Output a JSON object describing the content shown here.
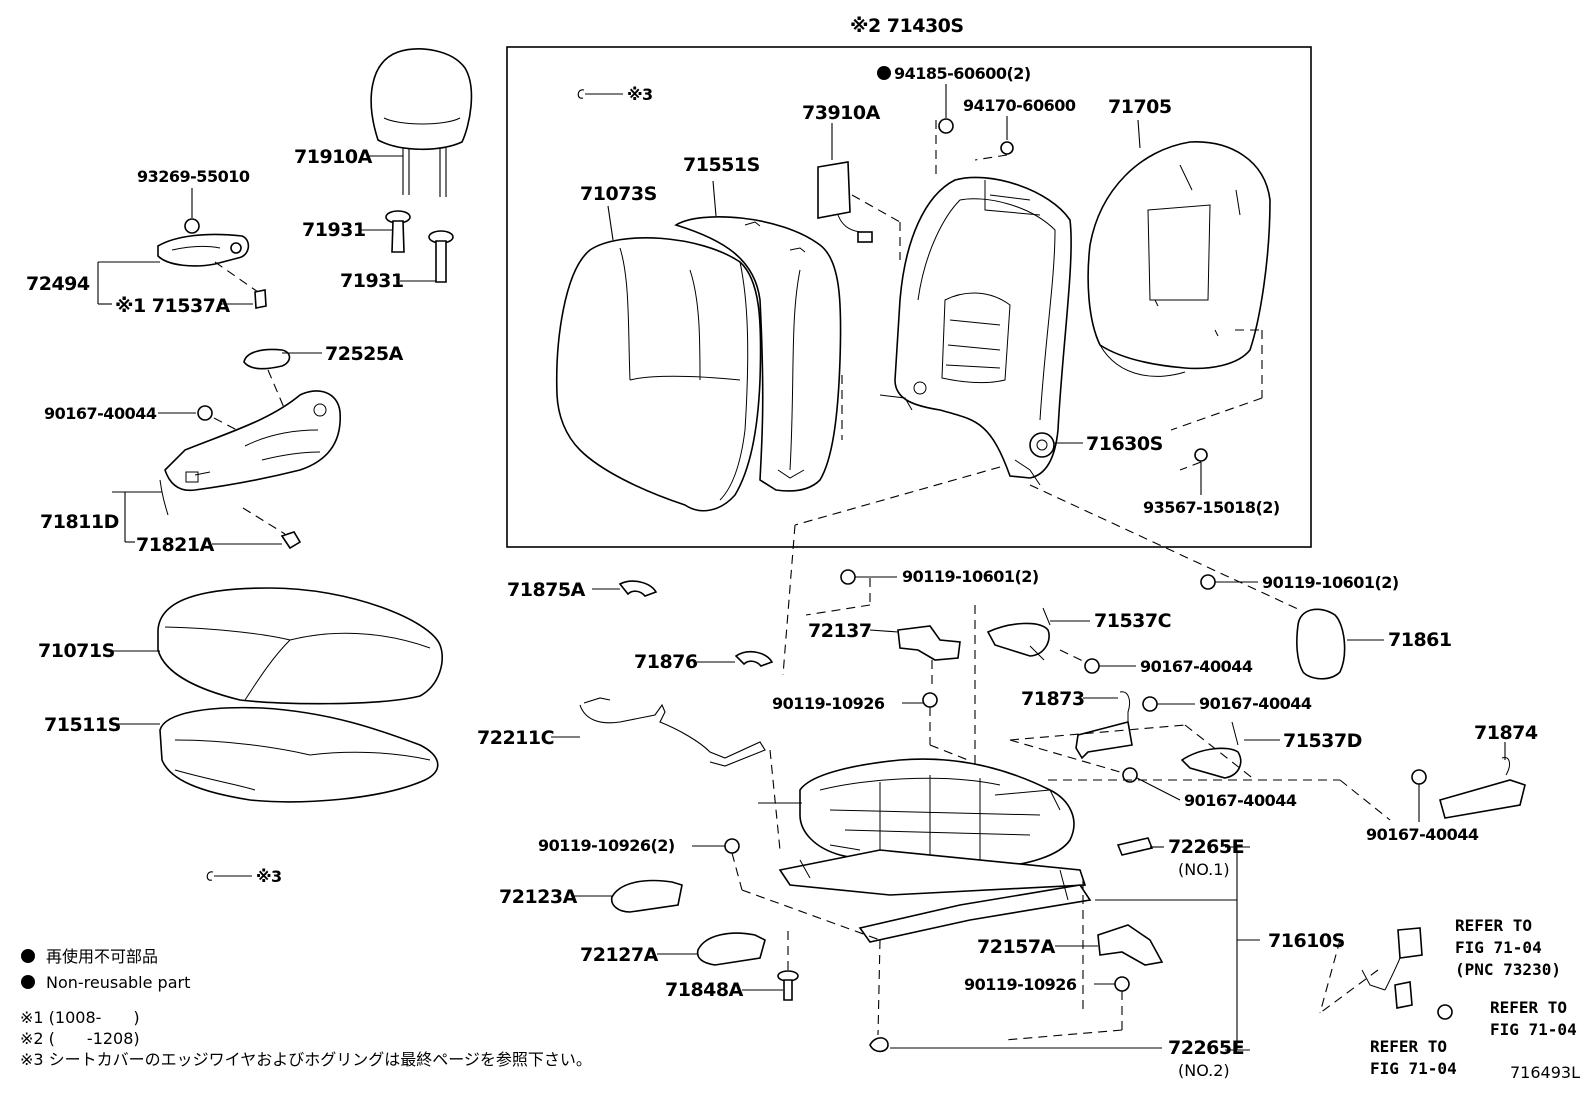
{
  "diagram": {
    "group_label": "※2 71430S",
    "figure_id": "716493L",
    "labels": {
      "p71910A": "71910A",
      "p93269": "93269-55010",
      "p72494": "72494",
      "p71537A": "※1 71537A",
      "p71931a": "71931",
      "p71931b": "71931",
      "p72525A": "72525A",
      "p90167a": "90167-40044",
      "p71811D": "71811D",
      "p71821A": "71821A",
      "p71071S": "71071S",
      "p71511S": "71511S",
      "p3a": "※3",
      "p3b": "※3",
      "p94185": "94185-60600(2)",
      "p94170": "94170-60600",
      "p71705": "71705",
      "p73910A": "73910A",
      "p71551S": "71551S",
      "p71073S": "71073S",
      "p71630S": "71630S",
      "p93567": "93567-15018(2)",
      "p90119a": "90119-10601(2)",
      "p90119b": "90119-10601(2)",
      "p71875A": "71875A",
      "p72137": "72137",
      "p71537C": "71537C",
      "p71861": "71861",
      "p71876": "71876",
      "p90167b": "90167-40044",
      "p90119c": "90119-10926",
      "p71873": "71873",
      "p90167c": "90167-40044",
      "p72211C": "72211C",
      "p71537D": "71537D",
      "p71874": "71874",
      "p90167d": "90167-40044",
      "p90167e": "90167-40044",
      "p90119d": "90119-10926(2)",
      "p72265Ea": "72265E",
      "p72265Ea_no": "(NO.1)",
      "p72123A": "72123A",
      "p71610S": "71610S",
      "p72127A": "72127A",
      "p72157A": "72157A",
      "p90119e": "90119-10926",
      "p71848A": "71848A",
      "p72265Eb": "72265E",
      "p72265Eb_no": "(NO.2)",
      "ref1a": "REFER TO",
      "ref1b": "FIG 71-04",
      "ref1c": "(PNC 73230)",
      "ref2a": "REFER TO",
      "ref2b": "FIG 71-04",
      "ref3a": "REFER TO",
      "ref3b": "FIG 71-04"
    },
    "legend": {
      "jp": "再使用不可部品",
      "en": "Non-reusable part"
    },
    "notes": {
      "n1": "※1 (1008-　　)",
      "n2": "※2 (　　-1208)",
      "n3": "※3 シートカバーのエッジワイヤおよびホグリングは最終ページを参照下さい。"
    }
  }
}
